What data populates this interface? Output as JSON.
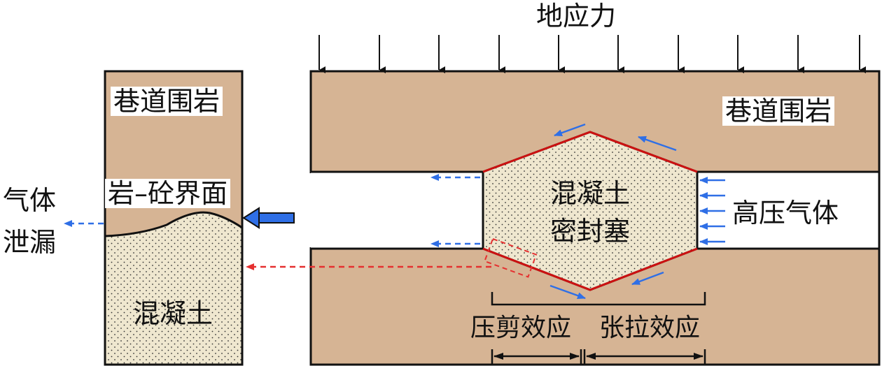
{
  "labels": {
    "stress": "地应力",
    "rock_left": "巷道围岩",
    "rock_right": "巷道围岩",
    "interface": "岩–砼界面",
    "gas_leak_line1": "气体",
    "gas_leak_line2": "泄漏",
    "concrete": "混凝土",
    "plug_line1": "混凝土",
    "plug_line2": "密封塞",
    "high_pressure_gas": "高压气体",
    "shear_effect": "压剪效应",
    "tension_effect": "张拉效应"
  },
  "colors": {
    "rock": "#d6b494",
    "concrete_fill": "#efe7cf",
    "plug_edge": "#cc1111",
    "blue_arrow": "#2f6fe6",
    "red_arrow": "#e53030",
    "outline": "#111111"
  }
}
